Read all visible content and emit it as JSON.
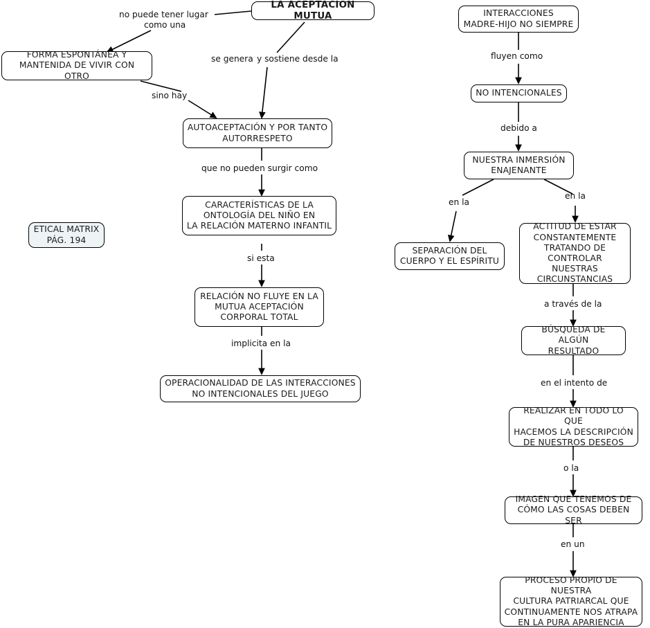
{
  "diagram": {
    "title": "Concept map: LA ACEPTACIÓN MUTUA",
    "nodes": {
      "root": "LA ACEPTACIÓN MUTUA",
      "forma_espontanea": "FORMA ESPONTÁNEA Y\nMANTENIDA DE VIVIR CON OTRO",
      "autoaceptacion": "AUTOACEPTACIÓN Y POR TANTO\nAUTORRESPETO",
      "caracteristicas": "CARACTERÍSTICAS DE LA\nONTOLOGÍA DEL NIÑO EN\nLA RELACIÓN MATERNO INFANTIL",
      "relacion_no_fluye": "RELACIÓN NO FLUYE EN LA\nMUTUA ACEPTACIÓN\nCORPORAL TOTAL",
      "operacionalidad": "OPERACIONALIDAD DE LAS INTERACCIONES\nNO INTENCIONALES DEL JUEGO",
      "etical_matrix": "ETICAL MATRIX\nPÁG. 194",
      "interacciones": "INTERACCIONES\nMADRE-HIJO NO SIEMPRE",
      "no_intencionales": "NO INTENCIONALES",
      "inmersion": "NUESTRA INMERSIÓN\nENAJENANTE",
      "separacion": "SEPARACIÓN DEL\nCUERPO Y EL ESPÍRITU",
      "actitud": "ACTITUD DE ESTAR\nCONSTANTEMENTE\nTRATANDO DE\nCONTROLAR NUESTRAS\nCIRCUNSTANCIAS",
      "busqueda": "BÚSQUEDA DE ALGÚN\nRESULTADO",
      "realizar": "REALIZAR EN TODO LO QUE\nHACEMOS LA DESCRIPCIÓN\nDE NUESTROS DESEOS",
      "imagen": "IMAGEN QUE TENEMOS DE\nCÓMO LAS COSAS DEBEN SER",
      "proceso": "PROCESO PROPIO DE NUESTRA\nCULTURA PATRIARCAL QUE\nCONTINUAMENTE NOS ATRAPA\nEN LA PURA APARIENCIA"
    },
    "edge_labels": {
      "no_puede_tener_lugar": "no puede tener lugar",
      "como_una": "como una",
      "se_genera": "se genera",
      "y_sostiene_desde_la": "y sostiene desde la",
      "sino_hay": "sino hay",
      "que_no_pueden_surgir_como": "que no pueden surgir como",
      "si_esta": "si esta",
      "implicita_en_la": "implicita en la",
      "fluyen_como": "fluyen como",
      "debido_a": "debido a",
      "en_la_izq": "en la",
      "en_la_der": "en la",
      "a_traves_de_la": "a través de la",
      "en_el_intento_de": "en el intento de",
      "o_la": "o la",
      "en_un": "en un"
    },
    "colors": {
      "stroke": "#000000",
      "text": "#1a1a1a",
      "node_fill": "#ffffff",
      "note_fill": "#eef3f6",
      "background": "#ffffff"
    }
  }
}
